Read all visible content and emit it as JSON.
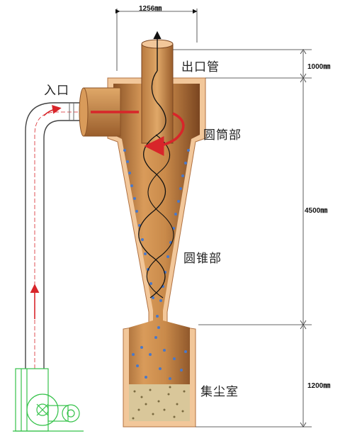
{
  "labels": {
    "inlet": "入口",
    "outlet_pipe": "出口管",
    "cylinder": "圆筒部",
    "cone": "圆锥部",
    "collector": "集尘室"
  },
  "dimensions": {
    "top_width": "1256㎜",
    "outlet_height": "1000㎜",
    "body_height": "4500㎜",
    "collector_height": "1200㎜"
  },
  "colors": {
    "steel": "#c98a4a",
    "steel_dark": "#8a5226",
    "rim": "#f2c79a",
    "flow": "#d8252a",
    "particles": "#4a78c8",
    "dust": "#d9c79a",
    "fan": "#35c24a"
  }
}
